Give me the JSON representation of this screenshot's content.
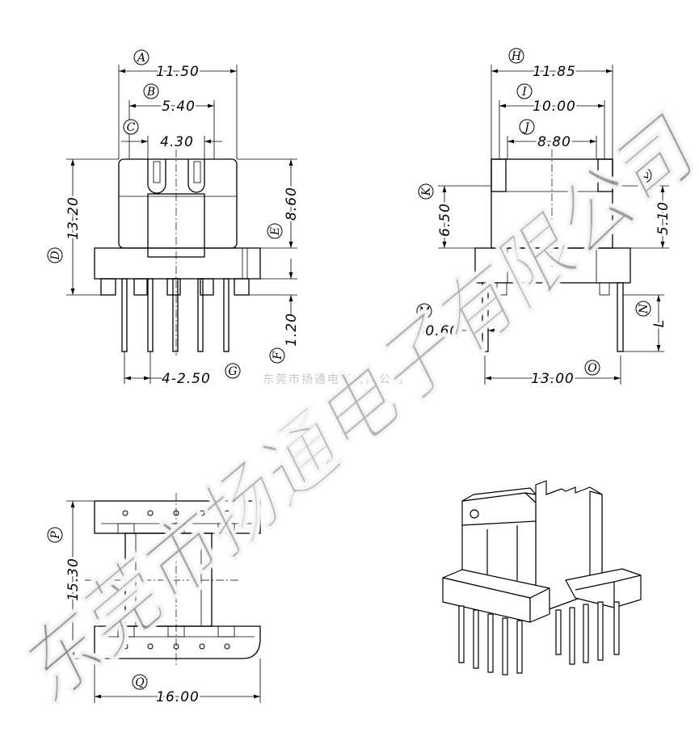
{
  "watermark": {
    "large": "东莞市扬通电子有限公司",
    "small": "东莞市扬通电子有限公司"
  },
  "front_view": {
    "A": {
      "letter": "A",
      "value": "11.50"
    },
    "B": {
      "letter": "B",
      "value": "5.40"
    },
    "C": {
      "letter": "C",
      "value": "4.30"
    },
    "D": {
      "letter": "D",
      "value": "13.20"
    },
    "E": {
      "letter": "E",
      "value": "8.60"
    },
    "F": {
      "letter": "F",
      "value": "1.20"
    },
    "G": {
      "letter": "G",
      "value": "4-2.50"
    }
  },
  "side_view": {
    "H": {
      "letter": "H",
      "value": "11.85"
    },
    "I": {
      "letter": "I",
      "value": "10.00"
    },
    "J": {
      "letter": "J",
      "value": "8.80"
    },
    "K": {
      "letter": "K",
      "value": "6.50"
    },
    "L": {
      "letter": "L",
      "value": "5.10"
    },
    "M": {
      "letter": "M",
      "value": "ø0.60"
    },
    "N": {
      "letter": "N",
      "value": "L"
    },
    "O": {
      "letter": "O",
      "value": "13.00"
    }
  },
  "top_view": {
    "P": {
      "letter": "P",
      "value": "15.30"
    },
    "Q": {
      "letter": "Q",
      "value": "16.00"
    }
  }
}
